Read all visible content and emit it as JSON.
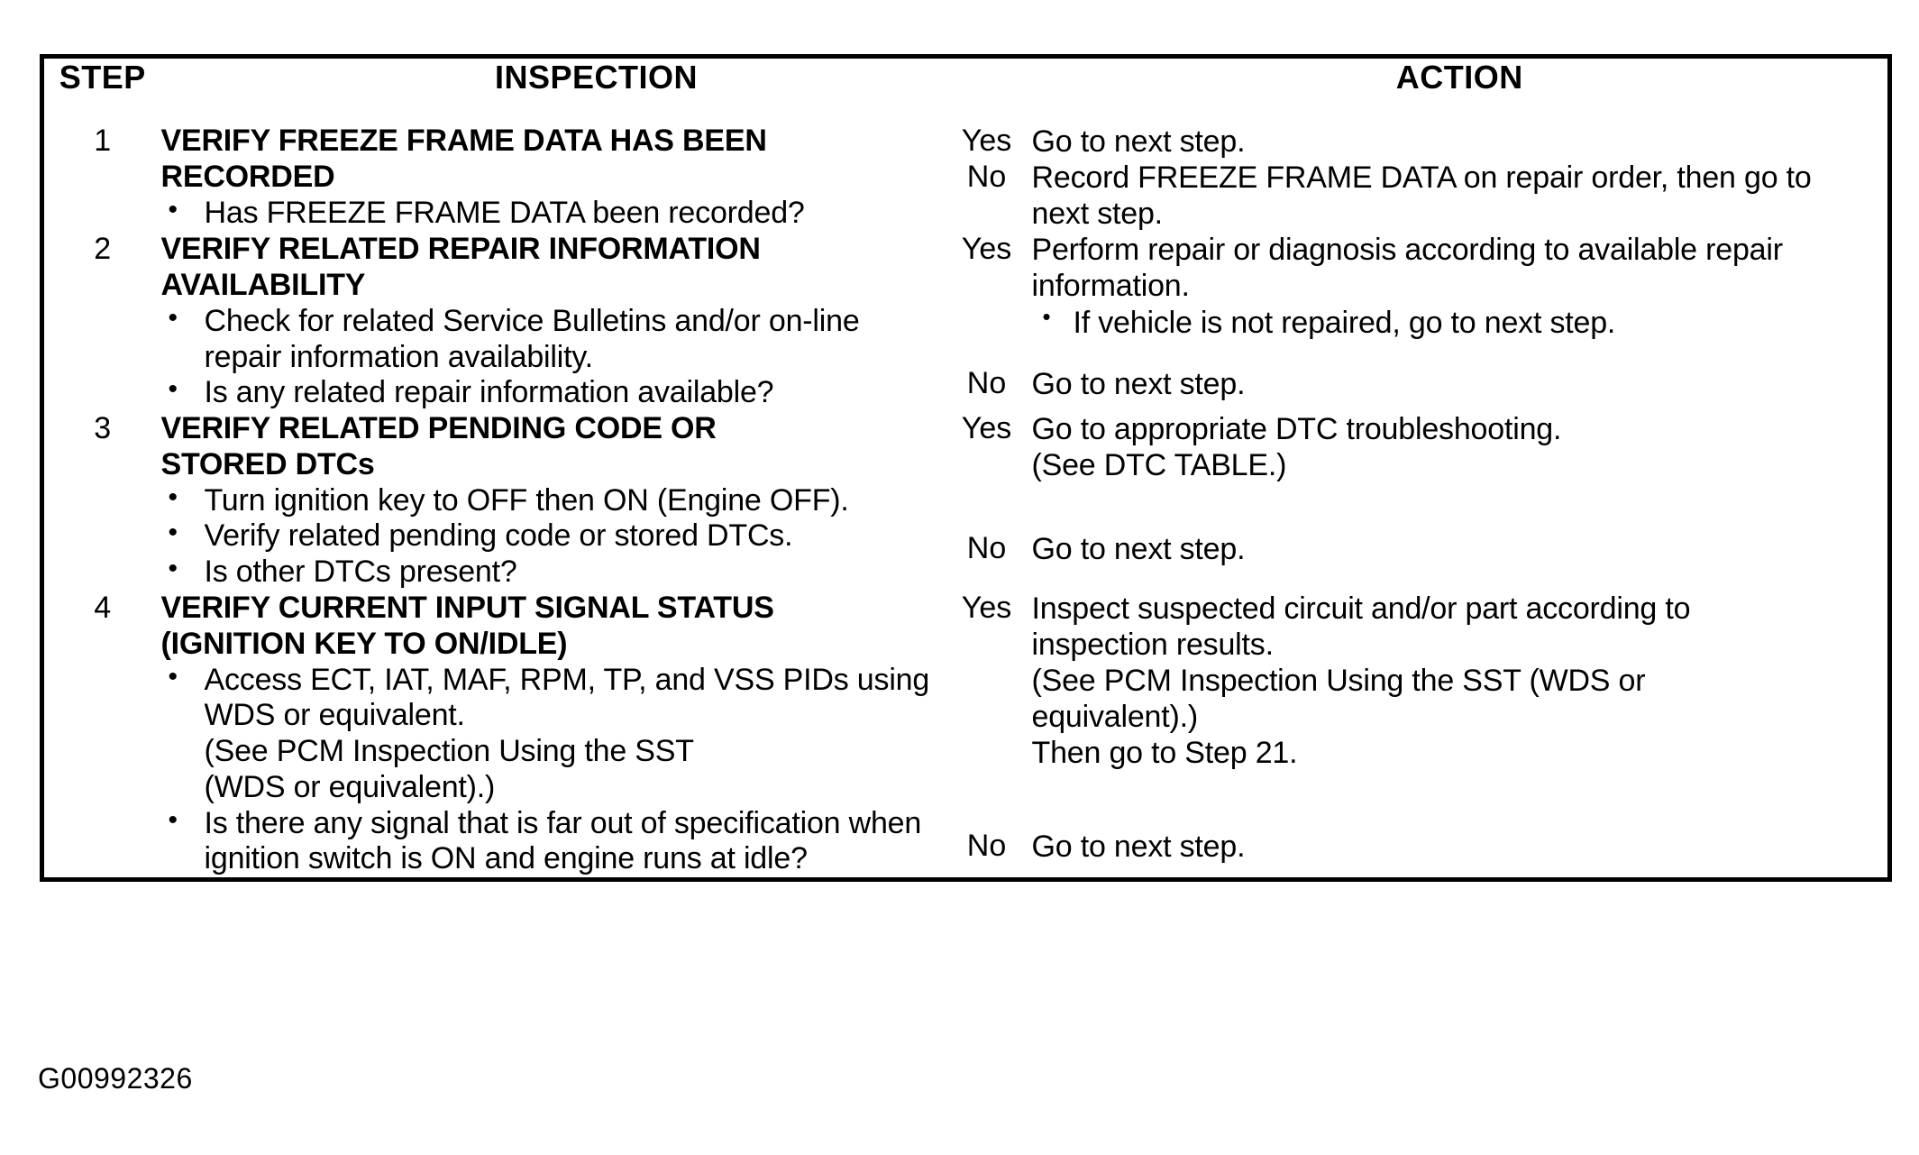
{
  "figure": {
    "id_label": "G00992326"
  },
  "table": {
    "headers": {
      "step": "STEP",
      "inspection": "INSPECTION",
      "action": "ACTION"
    },
    "answers": {
      "yes": "Yes",
      "no": "No"
    },
    "rows": [
      {
        "step": "1",
        "inspection": {
          "title_lines": [
            "VERIFY FREEZE FRAME DATA HAS BEEN",
            "RECORDED"
          ],
          "bullets": [
            "Has FREEZE FRAME DATA been recorded?"
          ]
        },
        "actions": [
          {
            "answer": "Yes",
            "lines": [
              "Go to next step."
            ],
            "bullets": []
          },
          {
            "answer": "No",
            "lines": [
              "Record FREEZE FRAME DATA on repair order, then go to",
              "next step."
            ],
            "bullets": []
          }
        ]
      },
      {
        "step": "2",
        "inspection": {
          "title_lines": [
            "VERIFY RELATED REPAIR INFORMATION",
            "AVAILABILITY"
          ],
          "bullets": [
            "Check for related Service Bulletins and/or on-line repair information availability.",
            "Is any related repair information available?"
          ]
        },
        "actions": [
          {
            "answer": "Yes",
            "lines": [
              "Perform repair or diagnosis according to available repair",
              "information."
            ],
            "bullets": [
              "If vehicle is not repaired, go to next step."
            ]
          },
          {
            "answer": "No",
            "lines": [
              "Go to next step."
            ],
            "bullets": []
          }
        ]
      },
      {
        "step": "3",
        "inspection": {
          "title_lines": [
            "VERIFY RELATED PENDING CODE OR",
            "STORED DTCs"
          ],
          "bullets": [
            "Turn ignition key to OFF then ON (Engine OFF).",
            "Verify related pending code or stored DTCs.",
            "Is other DTCs present?"
          ]
        },
        "actions": [
          {
            "answer": "Yes",
            "lines": [
              "Go to appropriate DTC troubleshooting.",
              "(See DTC TABLE.)"
            ],
            "bullets": []
          },
          {
            "answer": "No",
            "lines": [
              "Go to next step."
            ],
            "bullets": []
          }
        ]
      },
      {
        "step": "4",
        "inspection": {
          "title_lines": [
            "VERIFY CURRENT INPUT SIGNAL STATUS",
            "(IGNITION KEY TO ON/IDLE)"
          ],
          "bullets": [
            "Access ECT, IAT, MAF, RPM, TP, and VSS PIDs using WDS or equivalent.",
            "Is there any signal that is far out of specification when ignition switch is ON and engine runs at idle?"
          ],
          "bullet_sublines": {
            "0": [
              "(See PCM Inspection Using the SST",
              "(WDS or equivalent).)"
            ]
          }
        },
        "actions": [
          {
            "answer": "Yes",
            "lines": [
              "Inspect suspected circuit and/or part according to",
              "inspection results.",
              "(See PCM Inspection Using the SST (WDS or",
              "equivalent).)",
              "Then go to Step 21."
            ],
            "bullets": []
          },
          {
            "answer": "No",
            "lines": [
              "Go to next step."
            ],
            "bullets": []
          }
        ]
      }
    ]
  }
}
